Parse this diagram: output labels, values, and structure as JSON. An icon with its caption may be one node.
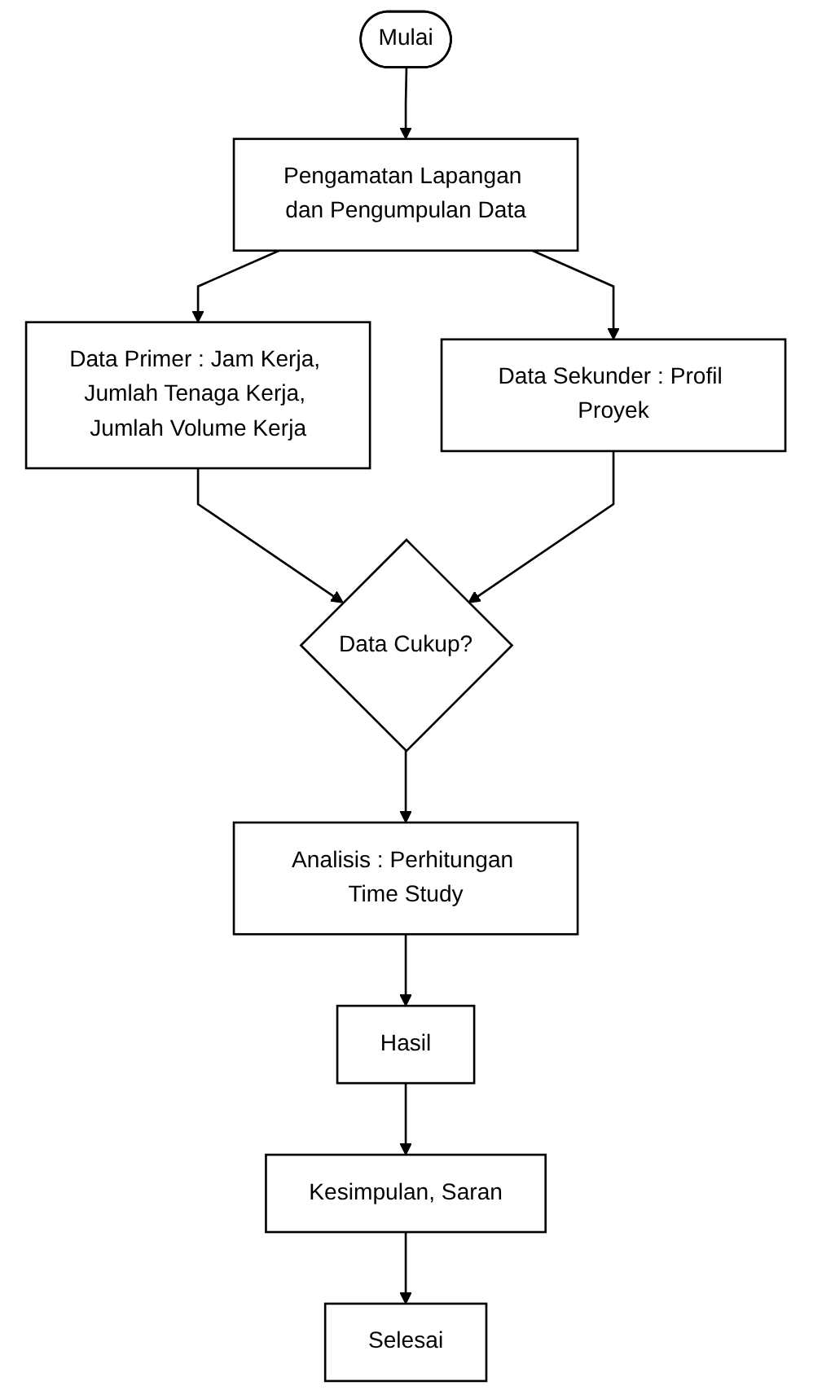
{
  "diagram": {
    "nodes": [
      {
        "text": [
          "Mulai"
        ]
      },
      {
        "text": [
          "Pengamatan Lapangan dan Pengumpulan Data"
        ]
      },
      {
        "text": [
          "Data Primer : Jam Kerja, Jumlah Tenaga Kerja, Jumlah Volume Kerja"
        ]
      },
      {
        "text": [
          "Data Sekunder : Profil Proyek"
        ]
      },
      {
        "text": [
          "Data Cukup?"
        ]
      },
      {
        "text": [
          "Analisis : Perhitungan Time Study"
        ]
      },
      {
        "text": [
          "Hasil"
        ]
      },
      {
        "text": [
          "Kesimpulan, Saran"
        ]
      },
      {
        "text": [
          "Selesai"
        ]
      }
    ],
    "edges": [
      {
        "from": 0,
        "to": 1,
        "arrow": "to"
      },
      {
        "from": 1,
        "to": 2,
        "arrow": "to"
      },
      {
        "from": 1,
        "to": 3,
        "arrow": "to"
      },
      {
        "from": 2,
        "to": 4,
        "arrow": "to"
      },
      {
        "from": 3,
        "to": 4,
        "arrow": "to"
      },
      {
        "from": 4,
        "to": 5,
        "arrow": "to"
      },
      {
        "from": 5,
        "to": 6,
        "arrow": "to"
      },
      {
        "from": 6,
        "to": 7,
        "arrow": "to"
      },
      {
        "from": 7,
        "to": 8,
        "arrow": "to"
      }
    ]
  }
}
